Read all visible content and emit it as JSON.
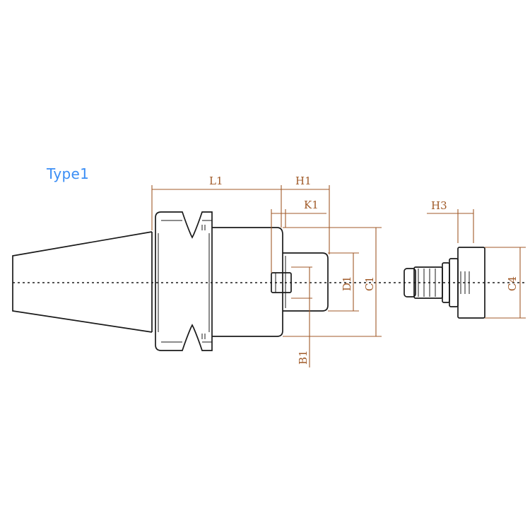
{
  "diagram": {
    "title": "Type1",
    "labels": {
      "L1": "L1",
      "H1": "H1",
      "K1": "K1",
      "D1": "D1",
      "C1": "C1",
      "B1": "B1",
      "H3": "H3",
      "C4": "C4"
    },
    "colors": {
      "title": "#3b8ef5",
      "dimension": "#a05a28",
      "outline": "#1a1a1a"
    }
  }
}
